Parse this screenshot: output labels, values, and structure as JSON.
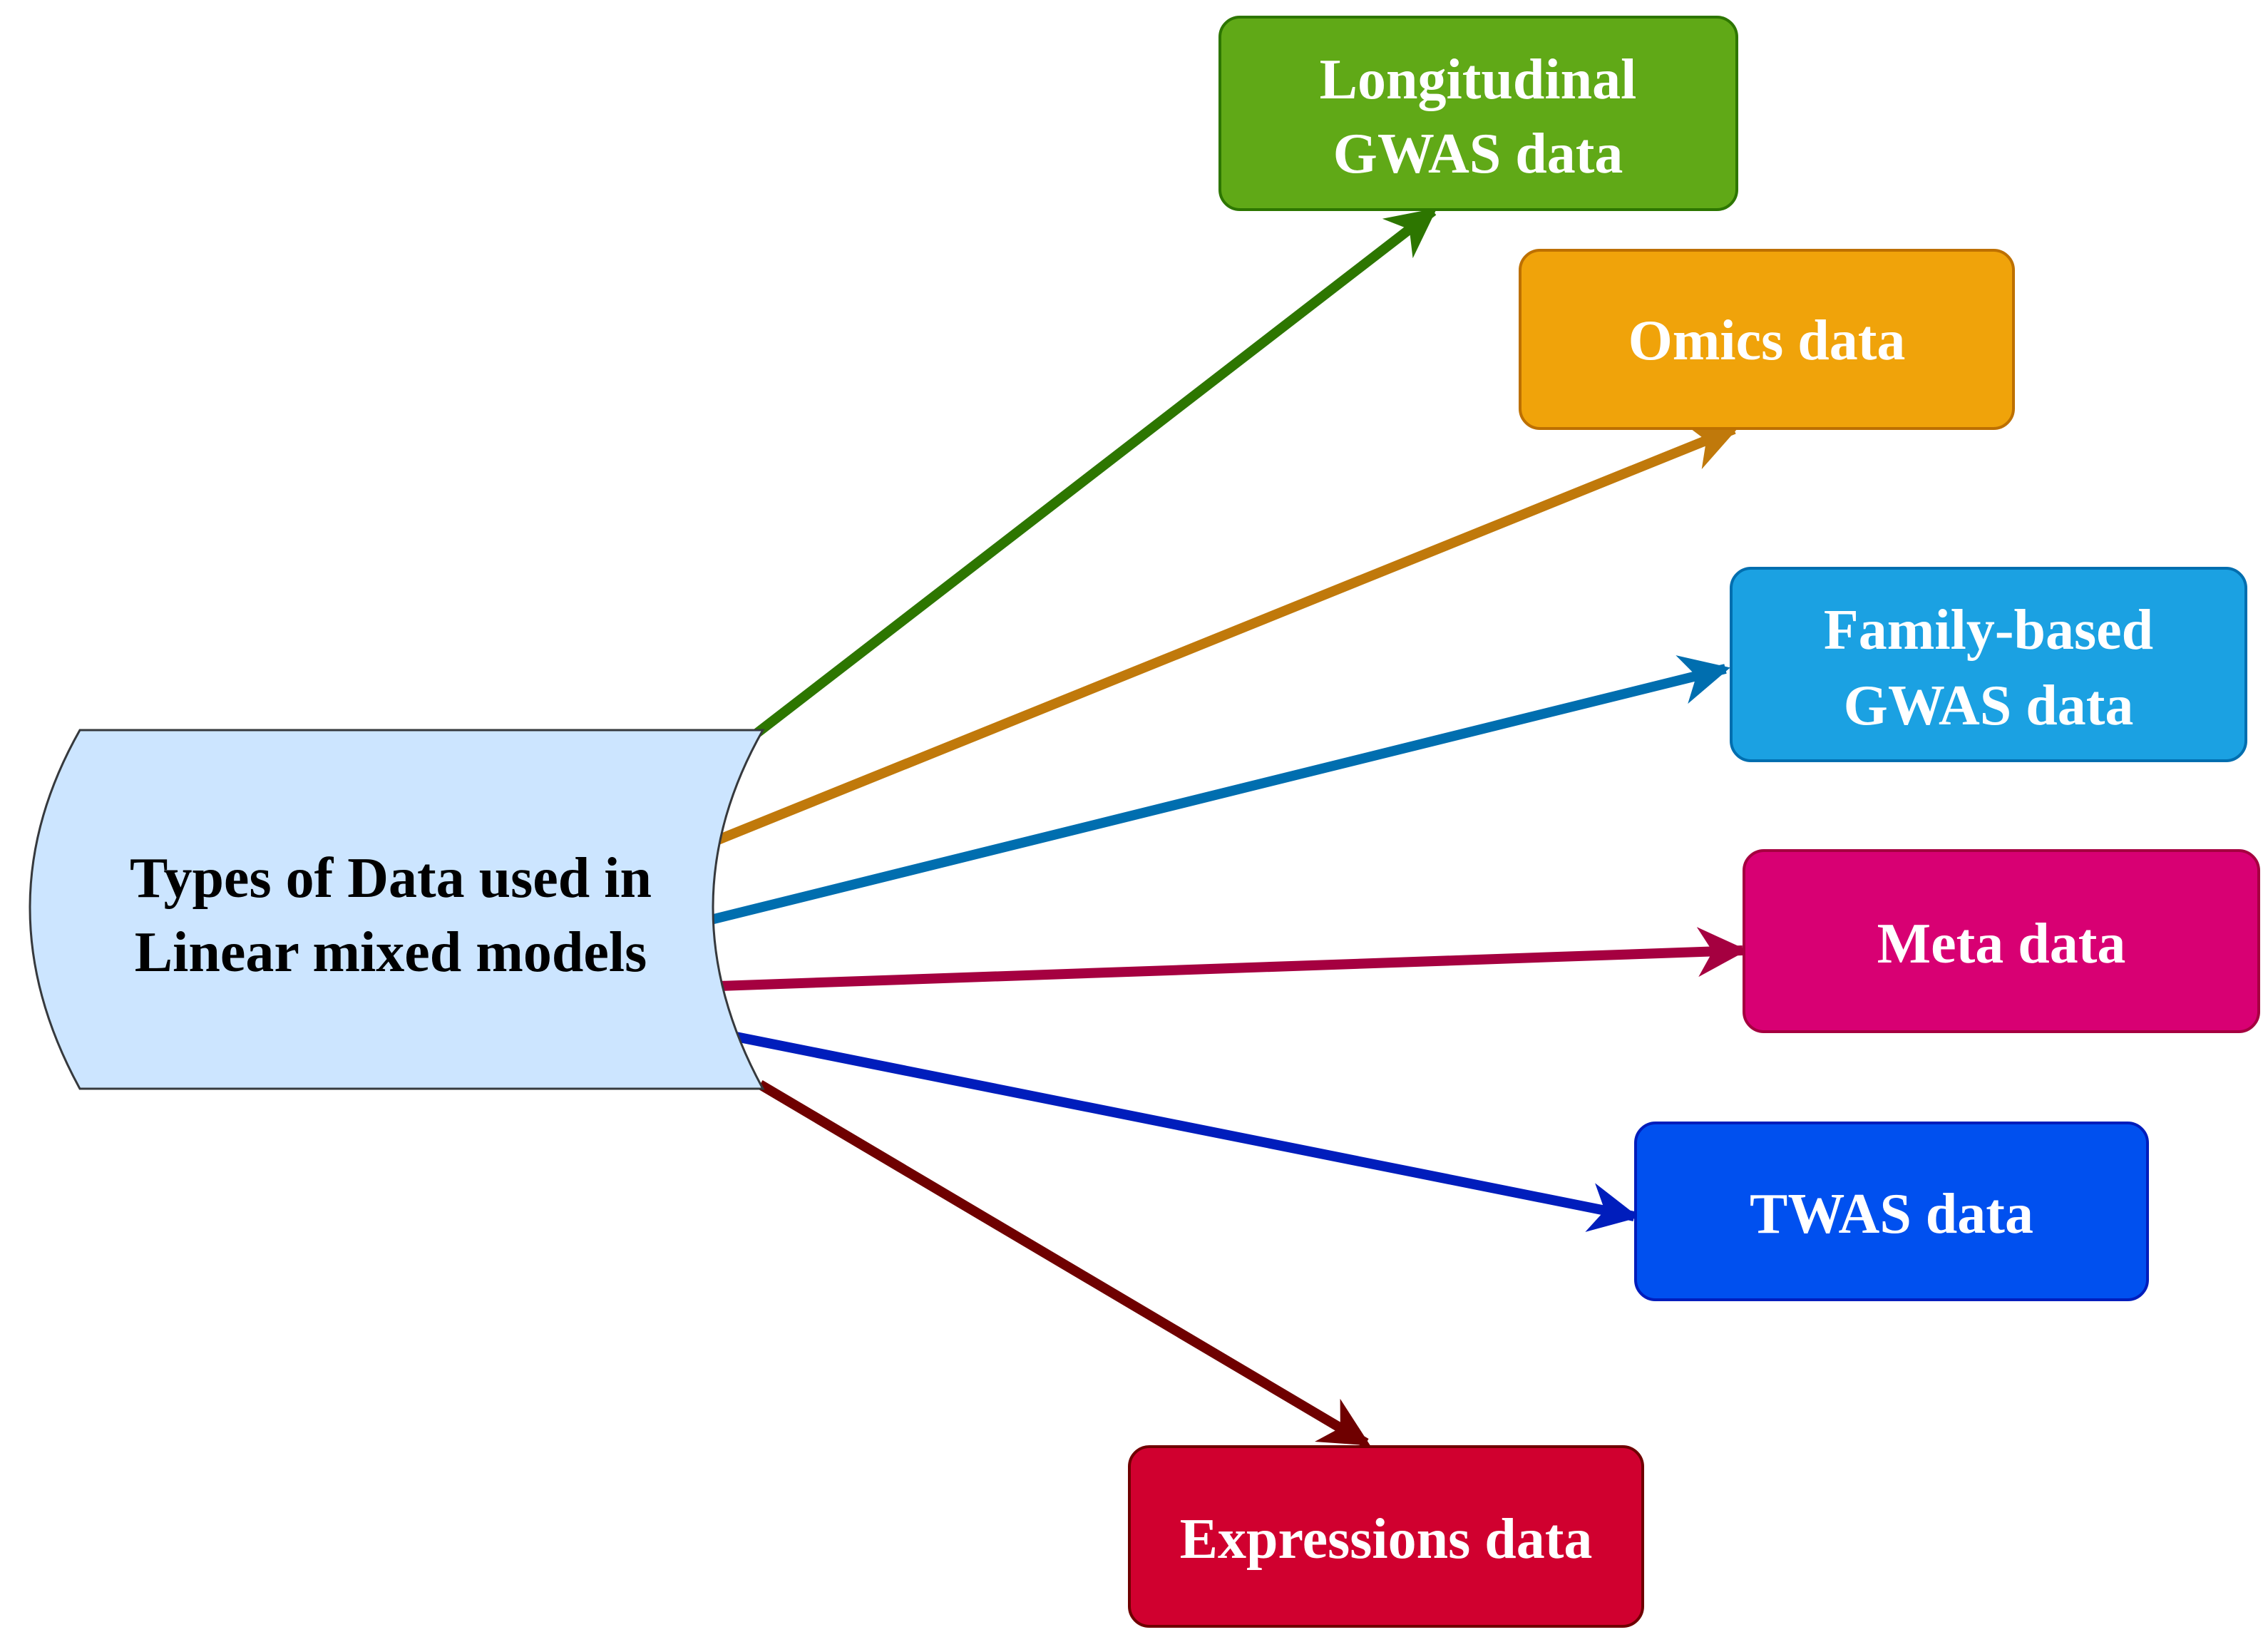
{
  "diagram": {
    "center": {
      "line1": "Types of Data used in",
      "line2": "Linear mixed models",
      "fill": "#cce5ff",
      "stroke": "#36393d",
      "text_color": "#000000"
    },
    "nodes": [
      {
        "id": "longitudinal",
        "lines": [
          "Longitudinal",
          "GWAS data"
        ],
        "fill": "#60a917",
        "stroke": "#2d7600",
        "arrow": "#2d7600"
      },
      {
        "id": "omics",
        "lines": [
          "Omics data"
        ],
        "fill": "#f0a30a",
        "stroke": "#bd7000",
        "arrow": "#c0790b"
      },
      {
        "id": "family",
        "lines": [
          "Family-based",
          "GWAS data"
        ],
        "fill": "#1ba1e2",
        "stroke": "#006eaf",
        "arrow": "#006eaf"
      },
      {
        "id": "meta",
        "lines": [
          "Meta data"
        ],
        "fill": "#d80073",
        "stroke": "#a50040",
        "arrow": "#a50040"
      },
      {
        "id": "twas",
        "lines": [
          "TWAS data"
        ],
        "fill": "#0050ef",
        "stroke": "#001dbc",
        "arrow": "#001dbc"
      },
      {
        "id": "expressions",
        "lines": [
          "Expressions data"
        ],
        "fill": "#d0002f",
        "stroke": "#6f0000",
        "arrow": "#6f0000"
      }
    ],
    "node_text_color": "#ffffff"
  }
}
